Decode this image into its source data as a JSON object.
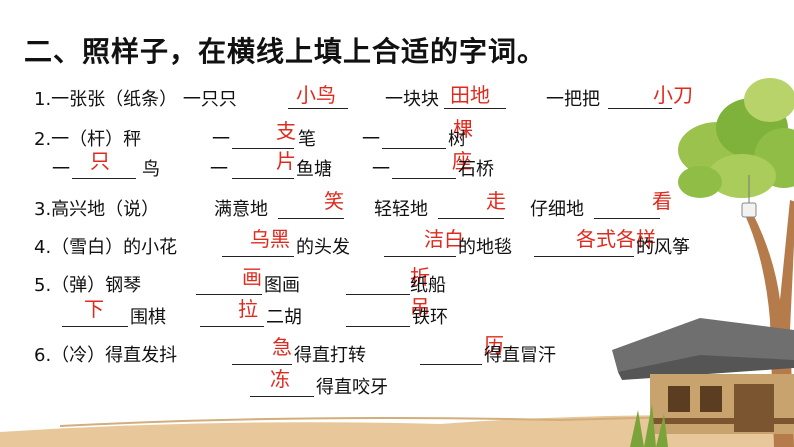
{
  "title": "二、照样子，在横线上填上合适的字词。",
  "q1": {
    "lead": "1.一张张（纸条）  一只只",
    "ans1": "小鸟",
    "t2": "一块块",
    "ans2": "田地",
    "t3": "一把把",
    "ans3": "小刀"
  },
  "q2": {
    "lead": "2.一（杆）秤",
    "p1": "一",
    "ans_zhi": "支",
    "w_bi": "笔",
    "p2": "一",
    "ans_ke": "棵",
    "w_shu": "树",
    "p3": "一",
    "ans_zhi2": "只",
    "w_niao": "鸟",
    "p4": "一",
    "ans_pian": "片",
    "w_yutang": "鱼塘",
    "p5": "一",
    "ans_zuo": "座",
    "w_mingqiao": "石桥"
  },
  "q3": {
    "lead": "3.高兴地（说）",
    "t1": "满意地",
    "ans1": "笑",
    "t2": "轻轻地",
    "ans2": "走",
    "t3": "仔细地",
    "ans3": "看"
  },
  "q4": {
    "lead": "4.（雪白）的小花",
    "ans1": "乌黑",
    "t1": "的头发",
    "ans2": "洁白",
    "t2": "的地毯",
    "ans3": "各式各样",
    "t3": "的风筝"
  },
  "q5": {
    "lead": "5.（弹）钢琴",
    "ans_hua": "画",
    "t_tuhua": "图画",
    "ans_zhe": "折",
    "t_zhichuan": "纸船",
    "ans_xia": "下",
    "t_weiqi": "围棋",
    "ans_la": "拉",
    "t_erhu": "二胡",
    "ans_diao": "吊",
    "t_tiehuan": "铁环"
  },
  "q6": {
    "lead": "6.（冷）得直发抖",
    "ans1": "急",
    "t1": "得直打转",
    "ans2": "历",
    "t2": "得直冒汗",
    "ans3": "冻",
    "t3": "得直咬牙"
  }
}
